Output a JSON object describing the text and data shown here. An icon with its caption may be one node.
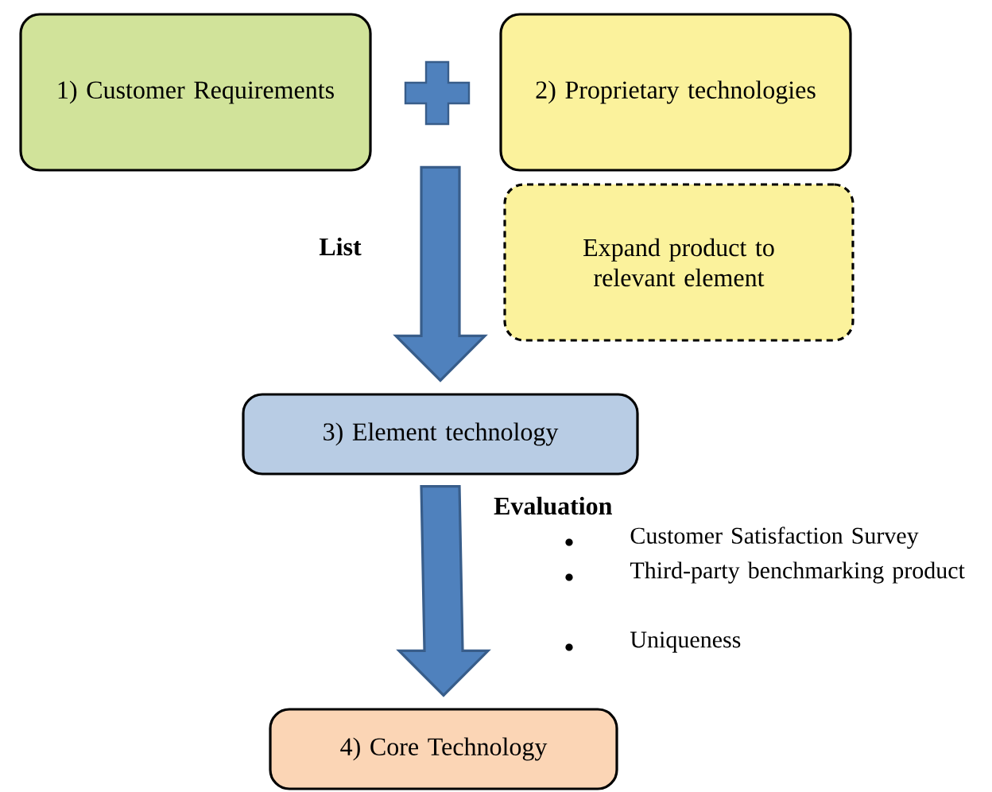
{
  "diagram": {
    "nodes": [
      {
        "text": [
          "1) Customer Requirements"
        ]
      },
      {
        "text": [
          "2) Proprietary technologies"
        ]
      },
      {
        "text": [
          "Expand product to relevant element"
        ]
      },
      {
        "text": [
          "3) Element technology"
        ]
      },
      {
        "text": [
          "4) Core Technology"
        ]
      }
    ],
    "edges": [
      {
        "from": null,
        "to": 3,
        "arrow": "to",
        "label": "List",
        "style": "thick"
      },
      {
        "from": 3,
        "to": 4,
        "arrow": "to",
        "label": "Evaluation",
        "style": "thick"
      }
    ],
    "labels": [
      "Customer Satisfaction Survey",
      "Third-party benchmarking product",
      "Uniqueness"
    ]
  }
}
